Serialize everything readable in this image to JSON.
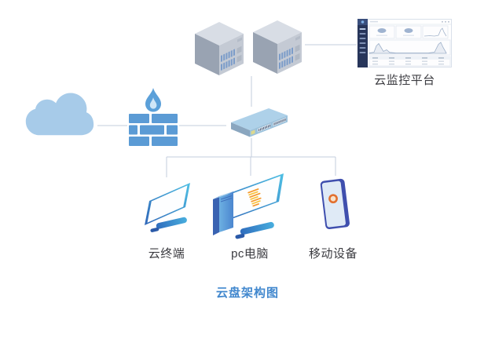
{
  "diagram": {
    "title": "云盘架构图",
    "labels": {
      "monitoring_platform": "云监控平台",
      "cloud_terminal": "云终端",
      "pc": "pc电脑",
      "mobile_device": "移动设备"
    },
    "nodes": [
      "internet-cloud",
      "firewall",
      "server-1",
      "server-2",
      "switch",
      "monitoring-platform",
      "cloud-terminal",
      "pc",
      "mobile-device"
    ],
    "connections": [
      {
        "from": "internet-cloud",
        "to": "firewall"
      },
      {
        "from": "firewall",
        "to": "switch"
      },
      {
        "from": "servers",
        "to": "switch"
      },
      {
        "from": "server-2",
        "to": "monitoring-platform"
      },
      {
        "from": "switch",
        "to": "cloud-terminal"
      },
      {
        "from": "switch",
        "to": "pc"
      },
      {
        "from": "switch",
        "to": "mobile-device"
      }
    ],
    "colors": {
      "title_blue": "#4288ce",
      "label_text": "#3b3b40",
      "cloud_blue": "#a7cbe9",
      "brick_blue": "#5b9bd5",
      "server_gray": "#c3c9d3",
      "switch_blue": "#aed1e9",
      "device_frame_blue": "#2f6cbd",
      "device_frame_cyan": "#4fb9e0",
      "screen_text_orange": "#f5a02e",
      "phone_frame_indigo": "#3f4fae",
      "connector_gray": "#c3cede",
      "dashboard_sidebar_navy": "#27355a"
    }
  }
}
